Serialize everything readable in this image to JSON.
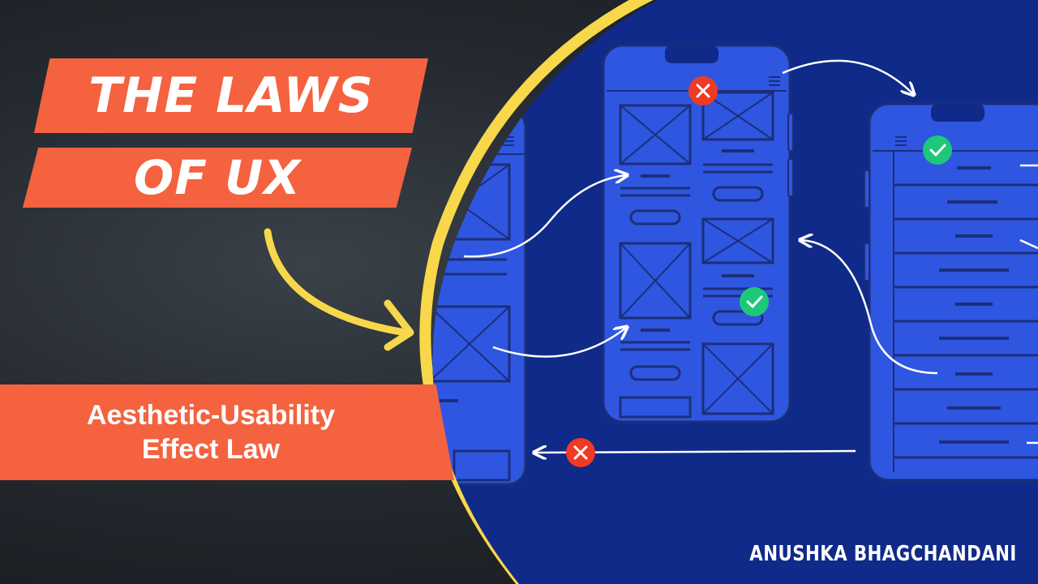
{
  "title": {
    "line1": "THE LAWS",
    "line2": "OF UX"
  },
  "subtitle": {
    "line1": "Aesthetic-Usability",
    "line2": "Effect Law"
  },
  "author": "ANUSHKA BHAGCHANDANI",
  "colors": {
    "accent": "#f4623f",
    "highlight": "#f8d84a",
    "panel_blue": "#0f2a88",
    "phone_blue": "#2f56e0",
    "wire_line": "#1b2f7a",
    "success": "#1ec879",
    "error": "#f03a24"
  },
  "icons": [
    "arrow-icon",
    "check-icon",
    "close-icon",
    "menu-icon"
  ]
}
